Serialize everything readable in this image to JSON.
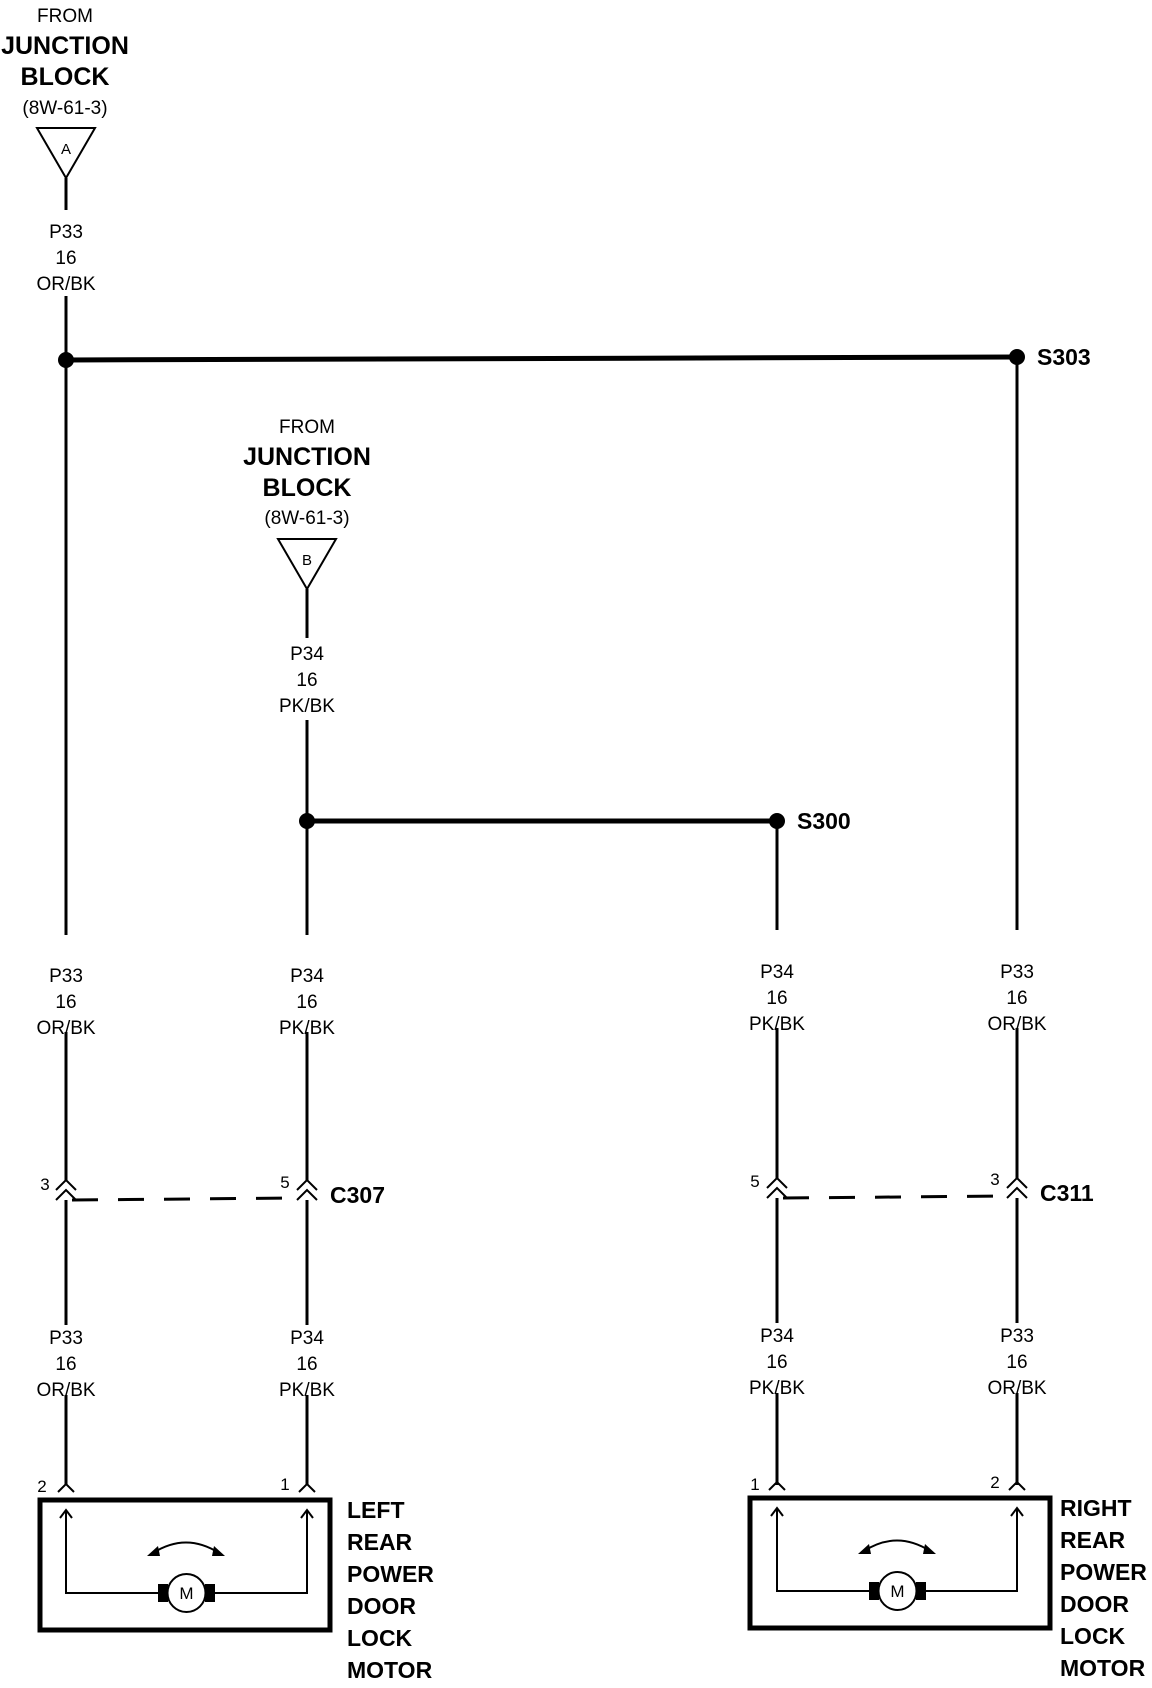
{
  "sources": [
    {
      "from": "FROM",
      "line1": "JUNCTION",
      "line2": "BLOCK",
      "ref": "(8W-61-3)",
      "pin": "A"
    },
    {
      "from": "FROM",
      "line1": "JUNCTION",
      "line2": "BLOCK",
      "ref": "(8W-61-3)",
      "pin": "B"
    }
  ],
  "splices": {
    "s303": "S303",
    "s300": "S300"
  },
  "connectors": {
    "c307": "C307",
    "c311": "C311"
  },
  "wire_labels": {
    "p33_top": [
      "P33",
      "16",
      "OR/BK"
    ],
    "p34_top": [
      "P34",
      "16",
      "PK/BK"
    ],
    "p33_left_upper": [
      "P33",
      "16",
      "OR/BK"
    ],
    "p34_left_upper": [
      "P34",
      "16",
      "PK/BK"
    ],
    "p34_right_upper": [
      "P34",
      "16",
      "PK/BK"
    ],
    "p33_right_upper": [
      "P33",
      "16",
      "OR/BK"
    ],
    "p33_left_lower": [
      "P33",
      "16",
      "OR/BK"
    ],
    "p34_left_lower": [
      "P34",
      "16",
      "PK/BK"
    ],
    "p34_right_lower": [
      "P34",
      "16",
      "PK/BK"
    ],
    "p33_right_lower": [
      "P33",
      "16",
      "OR/BK"
    ]
  },
  "pins": {
    "c307_p33": "3",
    "c307_p34": "5",
    "c311_p34": "5",
    "c311_p33": "3",
    "lm_p33": "2",
    "lm_p34": "1",
    "rm_p34": "1",
    "rm_p33": "2"
  },
  "motors": {
    "left": {
      "symbol": "M",
      "label": [
        "LEFT",
        "REAR",
        "POWER",
        "DOOR",
        "LOCK",
        "MOTOR"
      ]
    },
    "right": {
      "symbol": "M",
      "label": [
        "RIGHT",
        "REAR",
        "POWER",
        "DOOR",
        "LOCK",
        "MOTOR"
      ]
    }
  }
}
